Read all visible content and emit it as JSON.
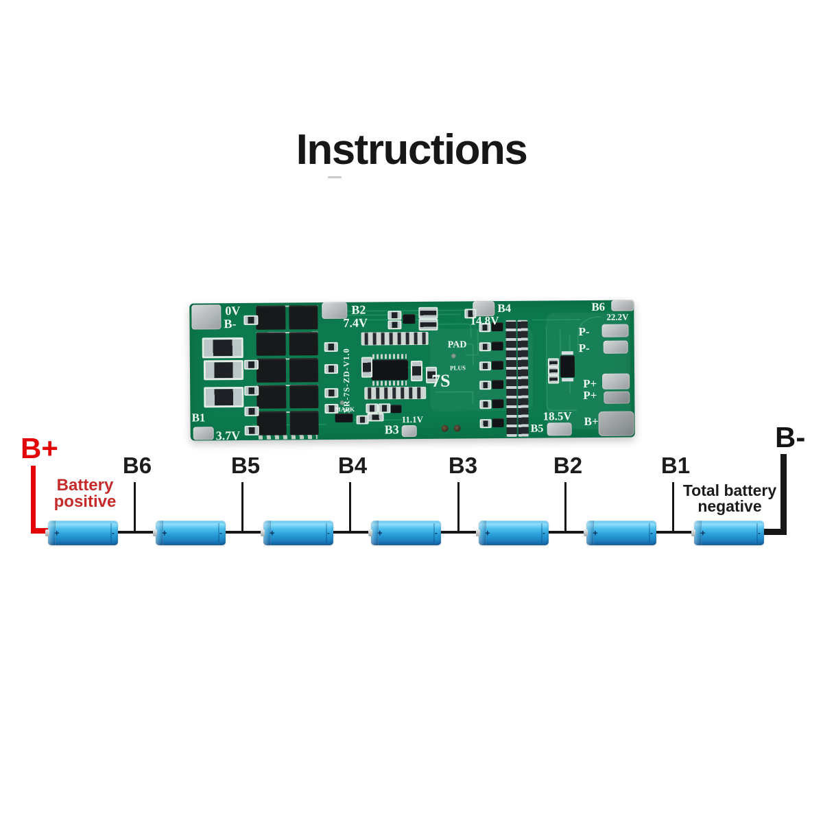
{
  "title": "Instructions",
  "pcb": {
    "labels": {
      "b_minus_voltage": "0V",
      "b_minus": "B-",
      "b1": "B1",
      "b1_voltage": "3.7V",
      "b2": "B2",
      "b2_voltage": "7.4V",
      "b3": "B3",
      "b3_voltage": "11.1V",
      "b4": "B4",
      "b4_voltage": "14.8V",
      "b5": "B5",
      "b5_voltage": "18.5V",
      "b6": "B6",
      "b6_voltage": "22.2V",
      "b_plus": "B+",
      "p_minus_1": "P-",
      "p_minus_2": "P-",
      "p_plus_1": "P+",
      "p_plus_2": "P+",
      "pad": "PAD",
      "plus": "PLUS",
      "series": "7S",
      "mark": "MARK",
      "model": "XR-7S-ZD-V1.0"
    }
  },
  "wiring": {
    "positive_terminal": "B+",
    "negative_terminal": "B-",
    "positive_note_line1": "Battery",
    "positive_note_line2": "positive",
    "negative_note_line1": "Total battery",
    "negative_note_line2": "negative",
    "junctions": [
      {
        "label": "B6"
      },
      {
        "label": "B5"
      },
      {
        "label": "B4"
      },
      {
        "label": "B3"
      },
      {
        "label": "B2"
      },
      {
        "label": "B1"
      }
    ],
    "cell_positive_mark": "+",
    "cell_negative_mark": "-"
  },
  "colors": {
    "positive_red": "#e30505",
    "note_red": "#c62a2a",
    "wire_black": "#161616",
    "pcb_green": "#0c7a4e",
    "battery_blue": "#2b9fd9",
    "pad_silver": "#b7bcbe",
    "silkscreen_white": "#eef9f2"
  }
}
